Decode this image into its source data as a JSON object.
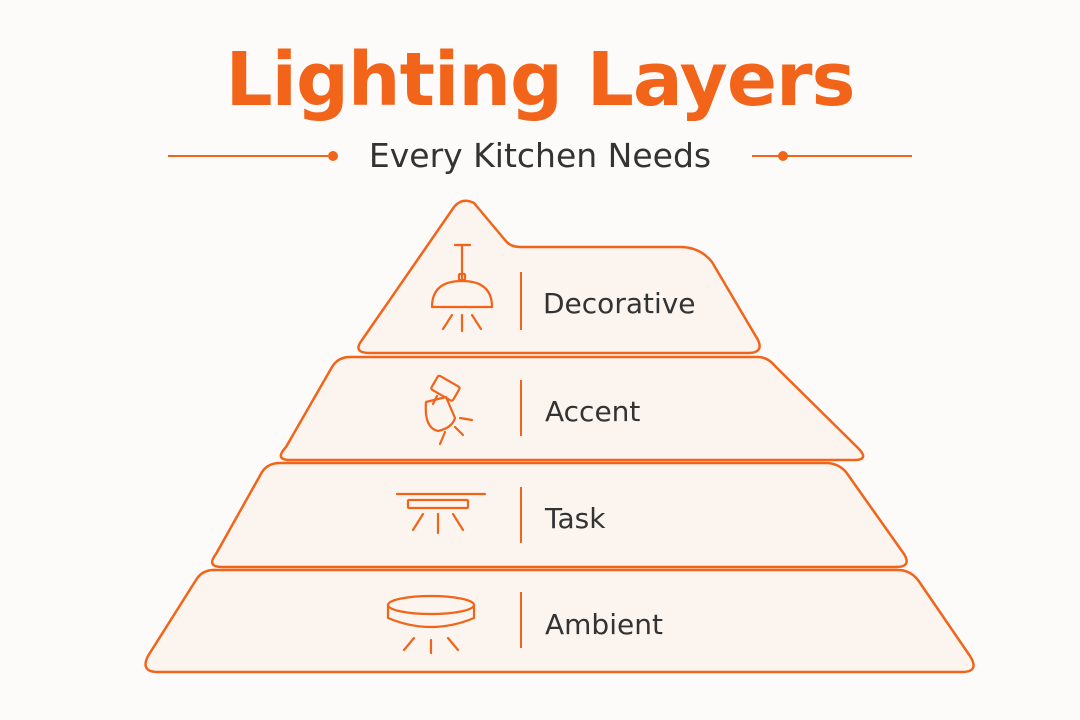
{
  "title": "Lighting Layers",
  "subtitle": "Every Kitchen Needs",
  "colors": {
    "accent": "#f26419",
    "layer_fill": "#fbf4ef",
    "text": "#333333"
  },
  "layers": [
    {
      "label": "Decorative",
      "icon": "pendant-lamp-icon"
    },
    {
      "label": "Accent",
      "icon": "spotlight-icon"
    },
    {
      "label": "Task",
      "icon": "under-cabinet-light-icon"
    },
    {
      "label": "Ambient",
      "icon": "ceiling-light-icon"
    }
  ]
}
